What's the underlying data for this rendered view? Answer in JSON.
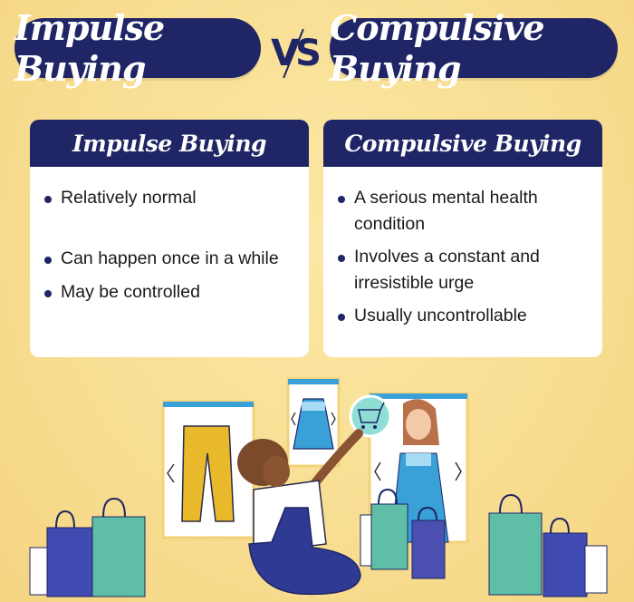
{
  "header": {
    "left_title": "Impulse Buying",
    "vs": "VS",
    "right_title": "Compulsive Buying"
  },
  "cards": [
    {
      "title": "Impulse Buying",
      "items": [
        "Relatively normal",
        "Can happen once in a while",
        "May be controlled"
      ]
    },
    {
      "title": "Compulsive Buying",
      "items": [
        "A serious mental health condition",
        "Involves a constant and irresistible urge",
        "Usually uncontrollable"
      ]
    }
  ],
  "illustration": {
    "description": "Person sitting on floor pointing at shopping-cart icon among product cards (yellow pants, blue dress, woman in blue dress) with shopping bags",
    "icons": [
      "shopping-cart-icon",
      "pants-product-card",
      "dress-product-card",
      "model-product-card",
      "shopping-bags"
    ]
  },
  "colors": {
    "navy": "#1f2565",
    "background": "#f8de93",
    "card": "#ffffff",
    "teal": "#5ebfa6",
    "sky_blue": "#3aa0d8",
    "mustard": "#e8b92a"
  }
}
